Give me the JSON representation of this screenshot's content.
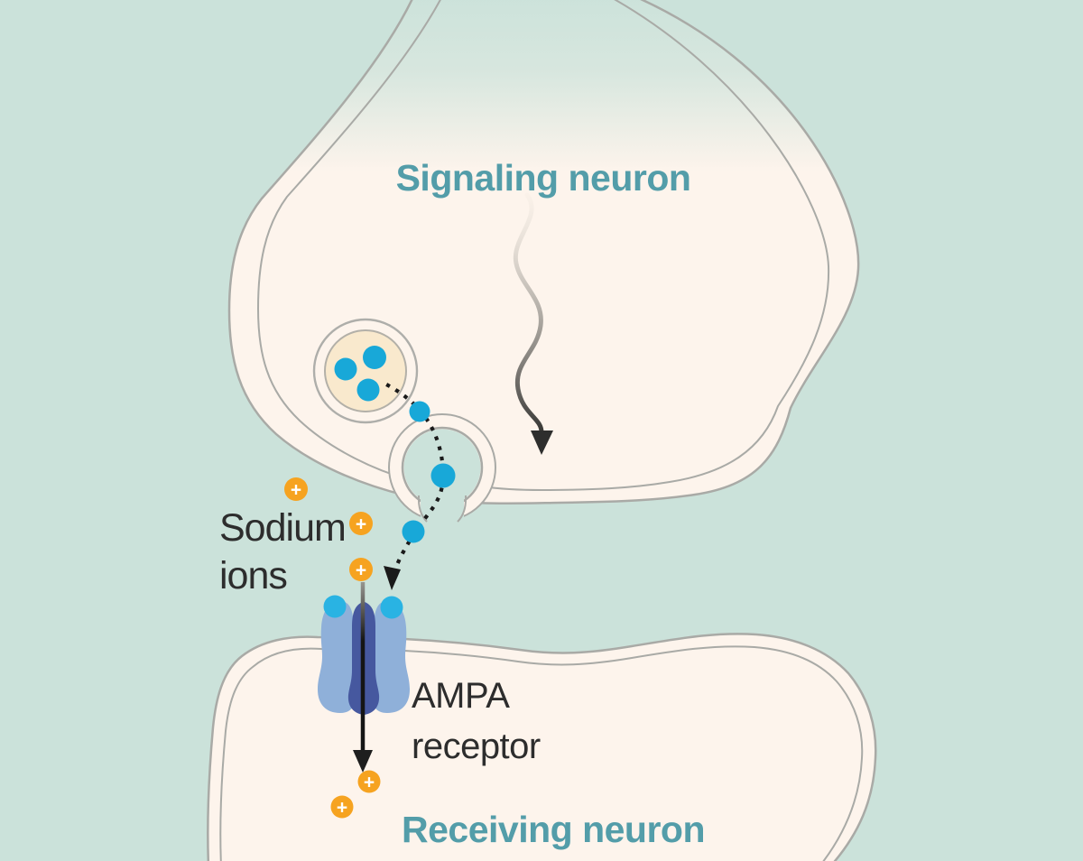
{
  "labels": {
    "signaling_neuron": "Signaling neuron",
    "sodium_line1": "Sodium",
    "sodium_line2": "ions",
    "receptor_line1": "AMPA",
    "receptor_line2": "receptor",
    "receiving_neuron": "Receiving neuron"
  },
  "ion": {
    "symbol": "+",
    "count": 5
  },
  "neurotransmitters": {
    "in_vesicle": 3,
    "in_transit": 3,
    "bound_to_receptor": 2
  },
  "colors": {
    "background": "#cbe2da",
    "neuron_fill": "#fdf4ec",
    "membrane_stroke": "#a9aaa6",
    "vesicle_fill": "#f9e9cd",
    "neurotransmitter_blue": "#18a8d8",
    "neurotransmitter_blue_bright": "#29b3e3",
    "sodium_ion_orange": "#f6a320",
    "ion_symbol_white": "#ffffff",
    "label_teal": "#539da9",
    "label_dark": "#2d2d2d",
    "receptor_light_blue": "#8fb0d9",
    "receptor_dark_blue": "#46589f",
    "arrow_black": "#1e1e1e"
  }
}
